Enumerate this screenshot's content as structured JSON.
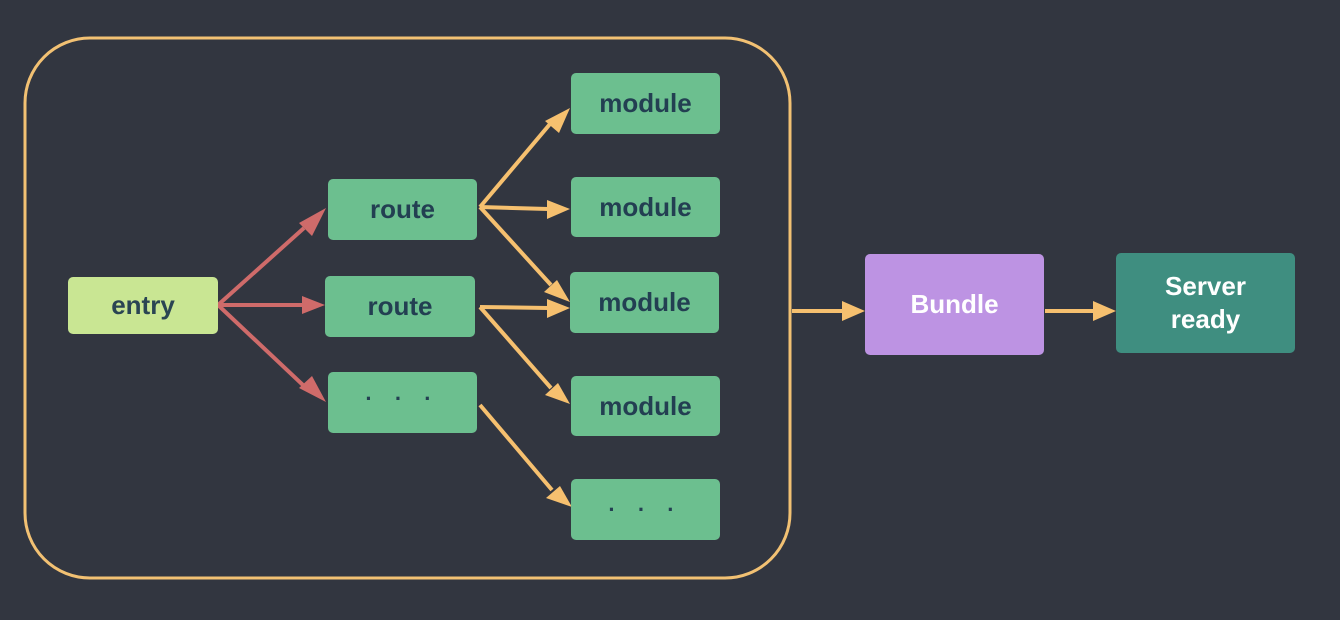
{
  "colors": {
    "background": "#323640",
    "container_border": "#f2c173",
    "entry_arrow": "#cf6b6a",
    "flow_arrow": "#f6c06f",
    "entry_node": "#c9e693",
    "module_node": "#6cbf8f",
    "bundle_node": "#bd93e3",
    "server_node": "#3f8e80"
  },
  "nodes": {
    "entry": "entry",
    "routes": [
      "route",
      "route",
      "· · ·"
    ],
    "modules": [
      "module",
      "module",
      "module",
      "module",
      "· · ·"
    ],
    "bundle": "Bundle",
    "server_line1": "Server",
    "server_line2": "ready"
  }
}
